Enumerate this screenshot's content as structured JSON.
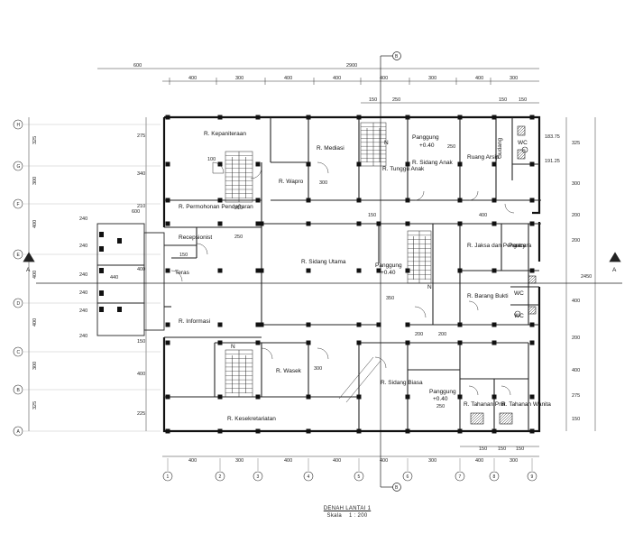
{
  "drawing": {
    "title": "DENAH LANTAI 1",
    "scale_label": "Skala",
    "scale_value": "1 : 200"
  },
  "section_markers": {
    "a": "A",
    "b": "B"
  },
  "grid": {
    "columns": [
      "1",
      "2",
      "3",
      "4",
      "5",
      "6",
      "7",
      "8",
      "9"
    ],
    "rows": [
      "H",
      "G",
      "F",
      "E",
      "D",
      "C",
      "B",
      "A"
    ]
  },
  "dimensions": {
    "top_overall": "2900",
    "top_left_offset": "600",
    "top_spans": [
      "400",
      "300",
      "400",
      "400",
      "400",
      "300",
      "400",
      "300"
    ],
    "top_sub": [
      "150",
      "250",
      "150",
      "150"
    ],
    "bottom_spans": [
      "400",
      "300",
      "400",
      "400",
      "400",
      "300",
      "400",
      "300"
    ],
    "bottom_sub": [
      "150",
      "150",
      "150"
    ],
    "left_spans": [
      "325",
      "300",
      "400",
      "400",
      "400",
      "300",
      "325"
    ],
    "left_inner": [
      "275",
      "340",
      "210",
      "400",
      "150",
      "400",
      "225"
    ],
    "entry": [
      "240",
      "240",
      "240",
      "240",
      "240",
      "240"
    ],
    "entry_width": "440",
    "entry_600": "600",
    "right_spans": [
      "325",
      "300",
      "200",
      "200",
      "400",
      "200",
      "400",
      "275",
      "150"
    ],
    "right_overall": "2450",
    "right_wc": [
      "183.75",
      "191.25"
    ],
    "misc": [
      "100",
      "210",
      "250",
      "150",
      "300",
      "350",
      "200",
      "200",
      "200",
      "400",
      "150",
      "150",
      "250",
      "250"
    ]
  },
  "rooms": {
    "kepaniteraan": "R. Kepaniteraan",
    "mediasi": "R. Mediasi",
    "panggung_top": "Panggung",
    "panggung_top_level": "+0.40",
    "sidang_anak": "R. Sidang Anak",
    "ruang_arsip": "Ruang Arsip",
    "gudang": "Gudang",
    "wc": "WC",
    "wapro": "R. Wapro",
    "tunggu_anak": "R. Tunggu Anak",
    "permohonan": "R. Permohonan Pendaftaran",
    "receptionist": "Recepsionist",
    "jaksa": "R. Jaksa dan Pengacara",
    "pantry": "Pantry",
    "teras": "Teras",
    "sidang_utama": "R. Sidang Utama",
    "panggung_mid": "Panggung",
    "panggung_mid_level": "+0.40",
    "barang_bukti": "R. Barang Bukti",
    "informasi": "R. Informasi",
    "wasek": "R. Wasek",
    "sidang_biasa": "R. Sidang Biasa",
    "panggung_bot": "Panggung",
    "panggung_bot_level": "+0.40",
    "tahanan_pria": "R. Tahanan Pria",
    "tahanan_wanita": "R. Tahanan Wanita",
    "kesekretariatan": "R. Kesekretariatan",
    "north": "N"
  }
}
